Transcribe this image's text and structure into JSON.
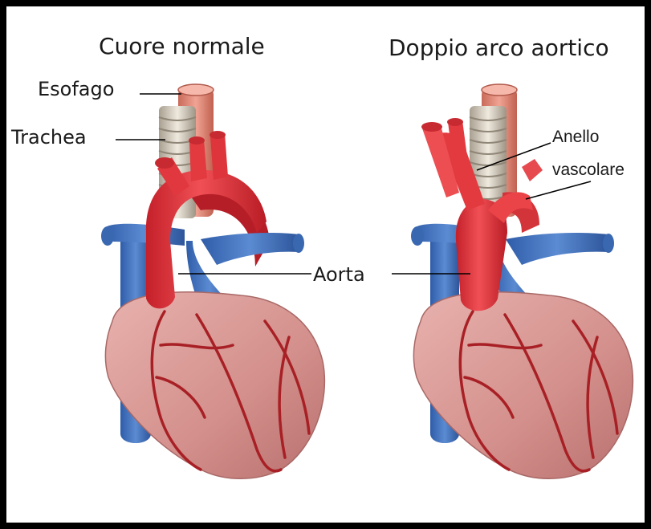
{
  "titles": {
    "left": "Cuore normale",
    "right": "Doppio arco aortico"
  },
  "labels": {
    "esophagus": "Esofago",
    "trachea": "Trachea",
    "aorta": "Aorta",
    "ring_line1": "Anello",
    "ring_line2": "vascolare"
  },
  "colors": {
    "frame": "#000000",
    "aorta": "#e23a3f",
    "veins": "#4a78c0",
    "heart": "#d79a96",
    "coronary": "#a82025",
    "trachea": "#ddd6c8",
    "esophagus": "#e48a78"
  }
}
